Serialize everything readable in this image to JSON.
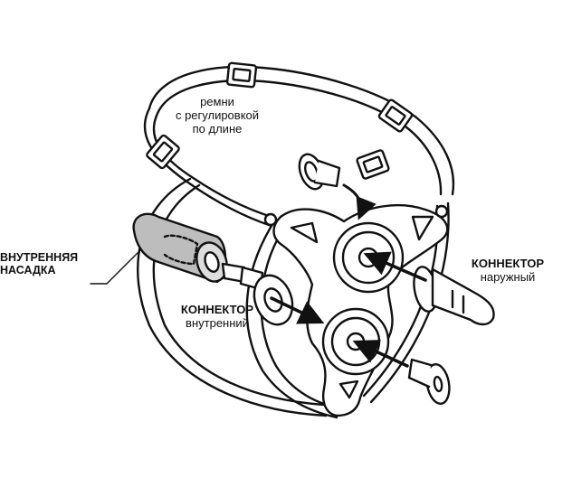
{
  "labels": {
    "straps": [
      "ремни",
      "с регулировкой",
      "по длине"
    ],
    "inner_attachment": [
      "ВНУТРЕННЯЯ",
      "НАСАДКА"
    ],
    "connector_outer": {
      "title": "КОННЕКТОР",
      "subtitle": "наружный"
    },
    "connector_inner": {
      "title": "КОННЕКТОР",
      "subtitle": "внутренний"
    }
  },
  "colors": {
    "ink": "#111111",
    "attachment_fill": "#bdbdbd",
    "background": "#ffffff"
  }
}
